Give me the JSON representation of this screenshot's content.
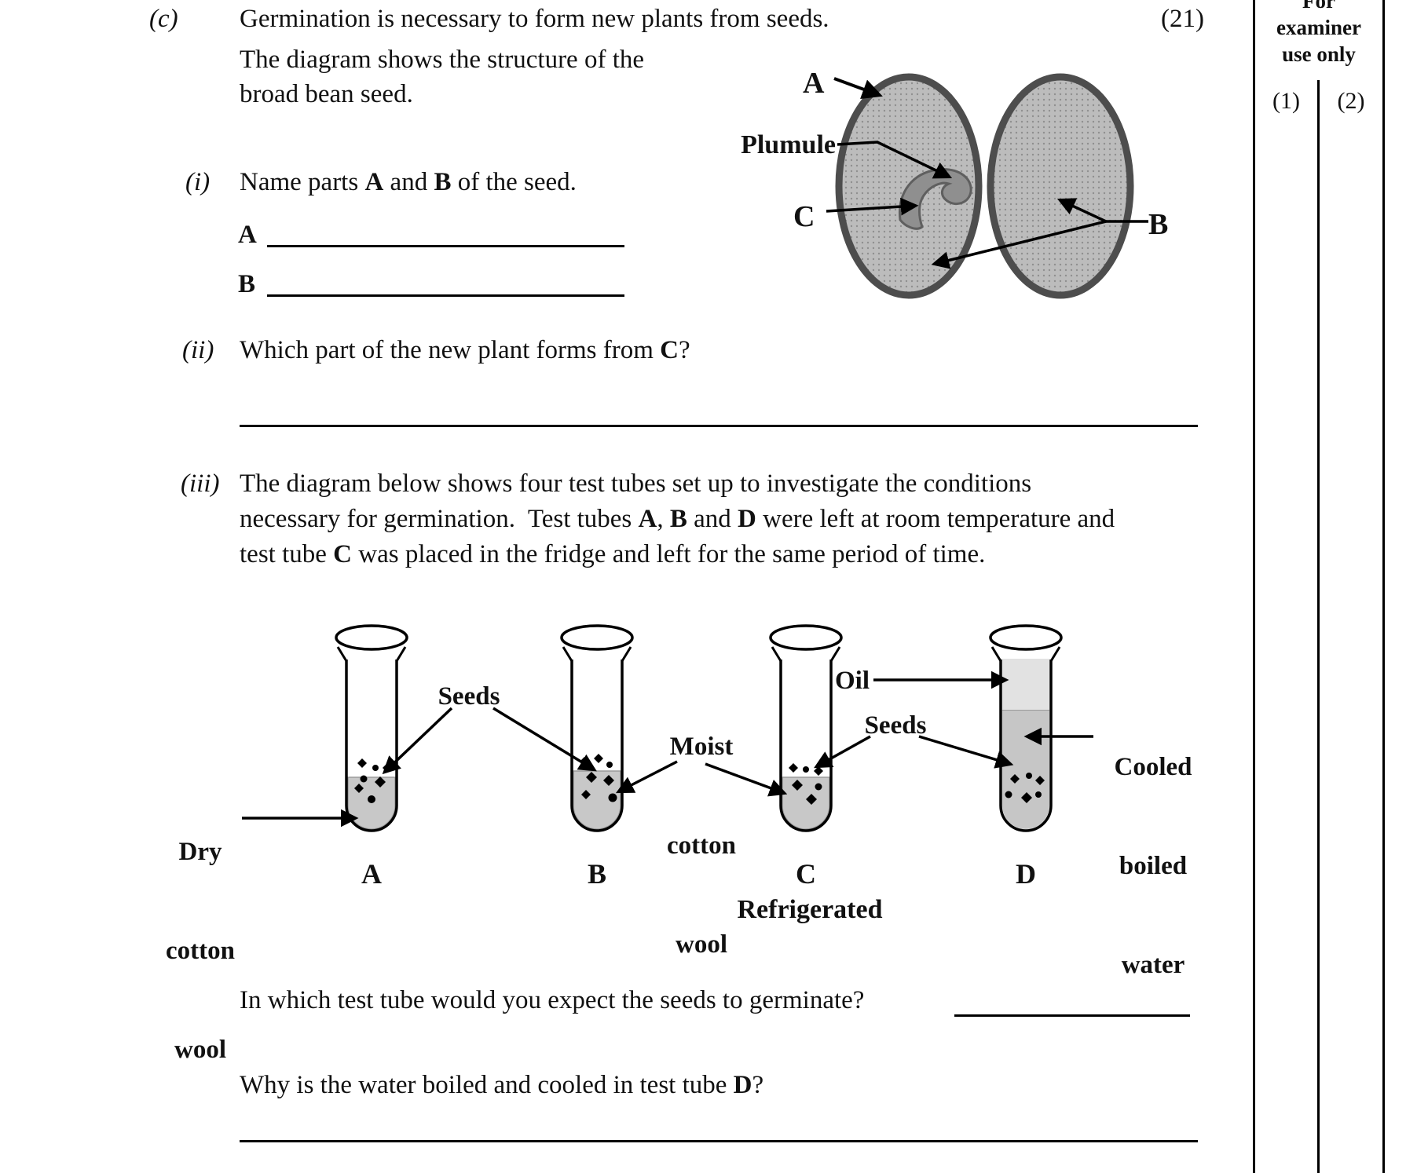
{
  "page": {
    "part_label": "(c)",
    "intro": "Germination is necessary to form new plants from seeds.",
    "marks": "(21)",
    "intro2_line1": "The diagram shows the structure of the",
    "intro2_line2": "broad bean seed."
  },
  "examiner": {
    "header_line1": "For",
    "header_line2": "examiner",
    "header_line3": "use only",
    "col1": "(1)",
    "col2": "(2)"
  },
  "seed_diagram": {
    "label_a": "A",
    "label_plumule": "Plumule",
    "label_c": "C",
    "label_b": "B"
  },
  "q1": {
    "marker": "(i)",
    "segments": [
      {
        "t": "Name parts "
      },
      {
        "t": "A",
        "b": true
      },
      {
        "t": " and "
      },
      {
        "t": "B",
        "b": true
      },
      {
        "t": " of the seed."
      }
    ],
    "answer_a_label": "A",
    "answer_b_label": "B"
  },
  "q2": {
    "marker": "(ii)",
    "segments": [
      {
        "t": "Which part of the new plant forms from "
      },
      {
        "t": "C",
        "b": true
      },
      {
        "t": "?"
      }
    ]
  },
  "q3": {
    "marker": "(iii)",
    "line1": [
      {
        "t": "The diagram below shows four test tubes set up to investigate the conditions"
      }
    ],
    "line2": [
      {
        "t": "necessary for germination.  Test tubes "
      },
      {
        "t": "A",
        "b": true
      },
      {
        "t": ", "
      },
      {
        "t": "B",
        "b": true
      },
      {
        "t": " and "
      },
      {
        "t": "D",
        "b": true
      },
      {
        "t": " were left at room temperature and"
      }
    ],
    "line3": [
      {
        "t": "test tube "
      },
      {
        "t": "C",
        "b": true
      },
      {
        "t": " was placed in the fridge and left for the same period of time."
      }
    ]
  },
  "tube_diagram": {
    "label_seeds_left": "Seeds",
    "label_moist_1": "Moist",
    "label_moist_2": "cotton",
    "label_moist_3": "wool",
    "label_oil": "Oil",
    "label_seeds_right": "Seeds",
    "label_cooled_1": "Cooled",
    "label_cooled_2": "boiled",
    "label_cooled_3": "water",
    "label_dry_1": "Dry",
    "label_dry_2": "cotton",
    "label_dry_3": "wool",
    "tube_letters": [
      "A",
      "B",
      "C",
      "D"
    ],
    "refrigerated": "Refrigerated"
  },
  "q4": {
    "segments": [
      {
        "t": "In which test tube would you expect the seeds to germinate?"
      }
    ]
  },
  "q5": {
    "segments": [
      {
        "t": "Why is the water boiled and cooled in test tube "
      },
      {
        "t": "D",
        "b": true
      },
      {
        "t": "?"
      }
    ]
  },
  "colors": {
    "cotyledon_fill": "#bcbcbc",
    "cotyledon_outline": "#4d4d4d",
    "plumule_fill": "#8f8f8f",
    "cotton_wool": "#c8c8c8",
    "oil_layer": "#e2e2e2",
    "boiled_water": "#c6c6c6",
    "ink": "#000000"
  }
}
